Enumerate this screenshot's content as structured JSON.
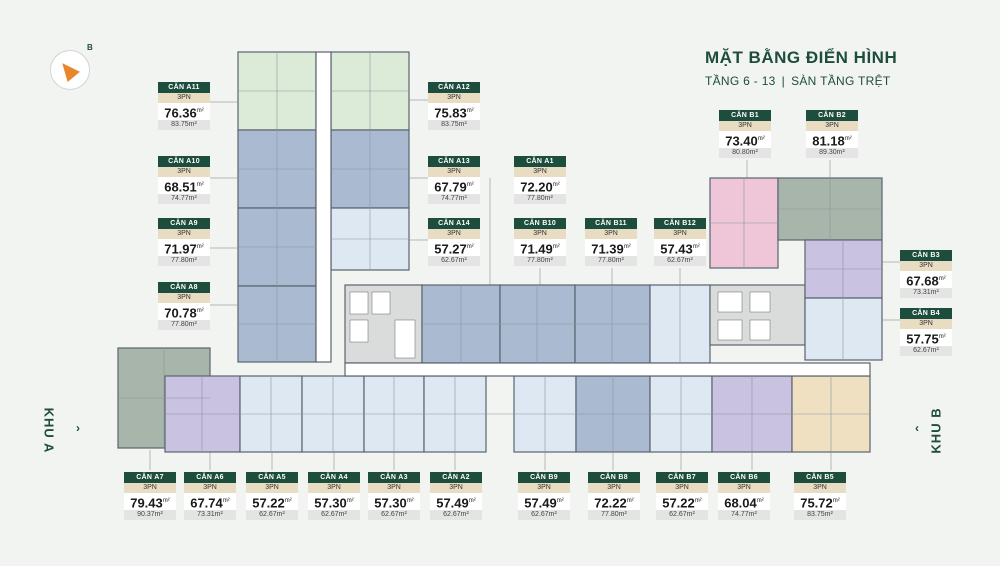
{
  "title": {
    "main": "MẶT BẰNG ĐIỂN HÌNH",
    "floors": "TẦNG 6 - 13",
    "separator": "|",
    "ground": "SÀN TẦNG TRỆT"
  },
  "compass": {
    "label": "B"
  },
  "zones": {
    "a": "KHU A",
    "b": "KHU B"
  },
  "unit_suffix": "m²",
  "colors": {
    "dark_green": "#1d4d3d",
    "beige": "#e8dcc2",
    "blue": "#a9bad1",
    "light_blue": "#dde8f2",
    "mint": "#dcebd8",
    "pink": "#efc6d8",
    "purple": "#c9c2e0",
    "gray_green": "#a7b5aa",
    "cream": "#efe0c2",
    "gray": "#cfd2d0"
  },
  "units": [
    {
      "id": "a11",
      "name": "CĂN A11",
      "bedrooms": "3PN",
      "area": "76.36",
      "gross": "83.75m²"
    },
    {
      "id": "a12",
      "name": "CĂN A12",
      "bedrooms": "3PN",
      "area": "75.83",
      "gross": "83.75m²"
    },
    {
      "id": "a10",
      "name": "CĂN A10",
      "bedrooms": "3PN",
      "area": "68.51",
      "gross": "74.77m²"
    },
    {
      "id": "a13",
      "name": "CĂN A13",
      "bedrooms": "3PN",
      "area": "67.79",
      "gross": "74.77m²"
    },
    {
      "id": "a1",
      "name": "CĂN A1",
      "bedrooms": "3PN",
      "area": "72.20",
      "gross": "77.80m²"
    },
    {
      "id": "b1",
      "name": "CĂN B1",
      "bedrooms": "3PN",
      "area": "73.40",
      "gross": "80.80m²"
    },
    {
      "id": "b2",
      "name": "CĂN B2",
      "bedrooms": "3PN",
      "area": "81.18",
      "gross": "89.30m²"
    },
    {
      "id": "a9",
      "name": "CĂN A9",
      "bedrooms": "3PN",
      "area": "71.97",
      "gross": "77.80m²"
    },
    {
      "id": "a14",
      "name": "CĂN A14",
      "bedrooms": "3PN",
      "area": "57.27",
      "gross": "62.67m²"
    },
    {
      "id": "b10",
      "name": "CĂN B10",
      "bedrooms": "3PN",
      "area": "71.49",
      "gross": "77.80m²"
    },
    {
      "id": "b11",
      "name": "CĂN B11",
      "bedrooms": "3PN",
      "area": "71.39",
      "gross": "77.80m²"
    },
    {
      "id": "b12",
      "name": "CĂN B12",
      "bedrooms": "3PN",
      "area": "57.43",
      "gross": "62.67m²"
    },
    {
      "id": "b3",
      "name": "CĂN B3",
      "bedrooms": "3PN",
      "area": "67.68",
      "gross": "73.31m²"
    },
    {
      "id": "a8",
      "name": "CĂN A8",
      "bedrooms": "3PN",
      "area": "70.78",
      "gross": "77.80m²"
    },
    {
      "id": "b4",
      "name": "CĂN B4",
      "bedrooms": "3PN",
      "area": "57.75",
      "gross": "62.67m²"
    },
    {
      "id": "a7",
      "name": "CĂN A7",
      "bedrooms": "3PN",
      "area": "79.43",
      "gross": "90.37m²"
    },
    {
      "id": "a6",
      "name": "CĂN A6",
      "bedrooms": "3PN",
      "area": "67.74",
      "gross": "73.31m²"
    },
    {
      "id": "a5",
      "name": "CĂN A5",
      "bedrooms": "3PN",
      "area": "57.22",
      "gross": "62.67m²"
    },
    {
      "id": "a4",
      "name": "CĂN A4",
      "bedrooms": "3PN",
      "area": "57.30",
      "gross": "62.67m²"
    },
    {
      "id": "a3",
      "name": "CĂN A3",
      "bedrooms": "3PN",
      "area": "57.30",
      "gross": "62.67m²"
    },
    {
      "id": "a2",
      "name": "CĂN A2",
      "bedrooms": "3PN",
      "area": "57.49",
      "gross": "62.67m²"
    },
    {
      "id": "b9",
      "name": "CĂN B9",
      "bedrooms": "3PN",
      "area": "57.49",
      "gross": "62.67m²"
    },
    {
      "id": "b8",
      "name": "CĂN B8",
      "bedrooms": "3PN",
      "area": "72.22",
      "gross": "77.80m²"
    },
    {
      "id": "b7",
      "name": "CĂN B7",
      "bedrooms": "3PN",
      "area": "57.22",
      "gross": "62.67m²"
    },
    {
      "id": "b6",
      "name": "CĂN B6",
      "bedrooms": "3PN",
      "area": "68.04",
      "gross": "74.77m²"
    },
    {
      "id": "b5",
      "name": "CĂN B5",
      "bedrooms": "3PN",
      "area": "75.72",
      "gross": "83.75m²"
    }
  ]
}
